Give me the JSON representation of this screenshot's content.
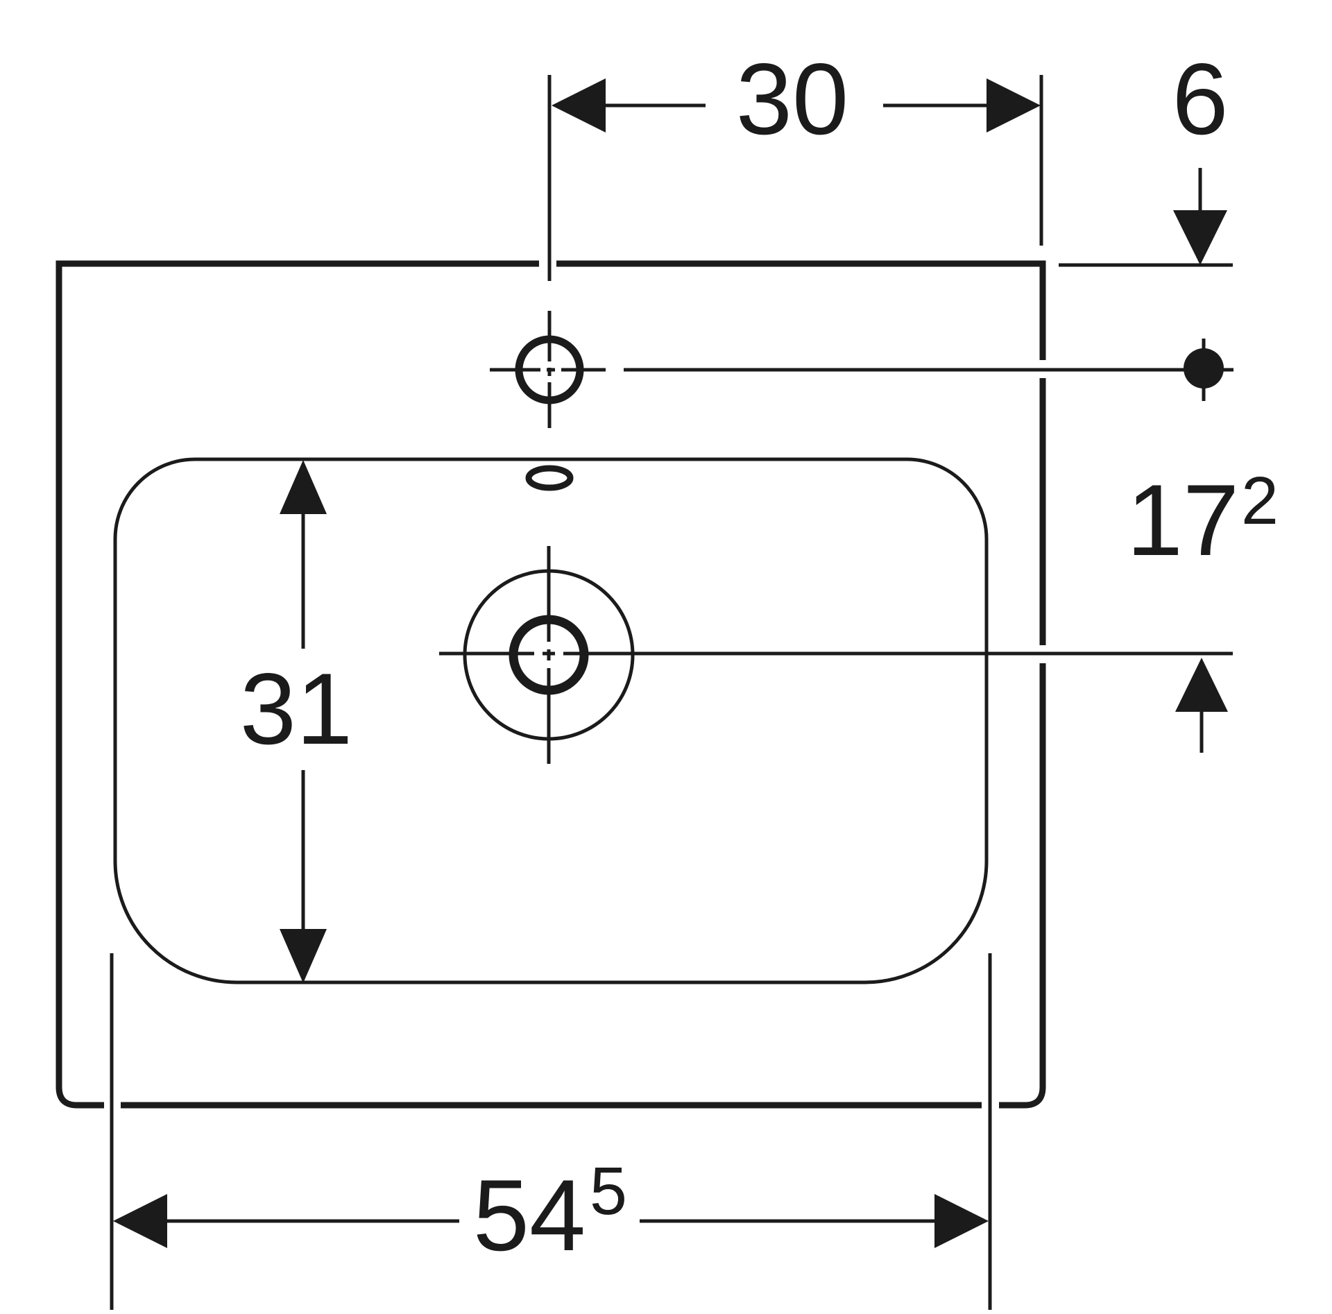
{
  "drawing": {
    "description": "Washbasin top view dimension drawing",
    "colors": {
      "background": "#ffffff",
      "ink": "#1b1b1b"
    },
    "dimensions": {
      "tap_to_right_edge": "30",
      "rear_edge_to_tap": "6",
      "tap_to_drain": {
        "main": "17",
        "sup": "2"
      },
      "bowl_depth": "31",
      "bowl_width": {
        "main": "54",
        "sup": "5"
      }
    }
  }
}
